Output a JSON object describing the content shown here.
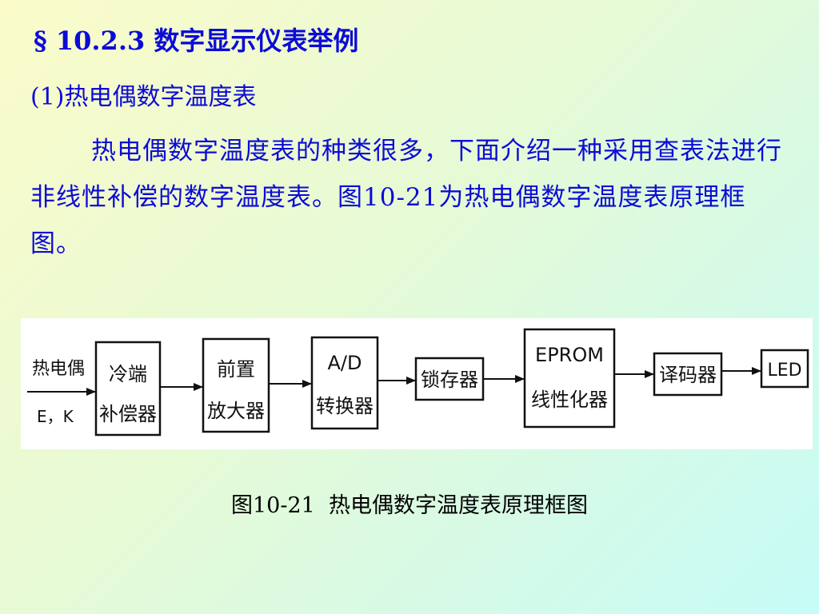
{
  "slide": {
    "heading": "§ 10.2.3 数字显示仪表举例",
    "subheading": "(1)热电偶数字温度表",
    "paragraph": "热电偶数字温度表的种类很多，下面介绍一种采用查表法进行非线性补偿的数字温度表。图10-21为热电偶数字温度表原理框图。",
    "caption": "图10-21  热电偶数字温度表原理框图"
  },
  "diagram": {
    "input_label": [
      "热电偶",
      "E，K"
    ],
    "blocks": [
      {
        "lines": [
          "冷端",
          "补偿器"
        ]
      },
      {
        "lines": [
          "前置",
          "放大器"
        ]
      },
      {
        "lines": [
          "A/D",
          "转换器"
        ]
      },
      {
        "lines": [
          "锁存器"
        ]
      },
      {
        "lines": [
          "EPROM",
          "线性化器"
        ]
      },
      {
        "lines": [
          "译码器"
        ]
      },
      {
        "lines": [
          "LED"
        ]
      }
    ]
  }
}
